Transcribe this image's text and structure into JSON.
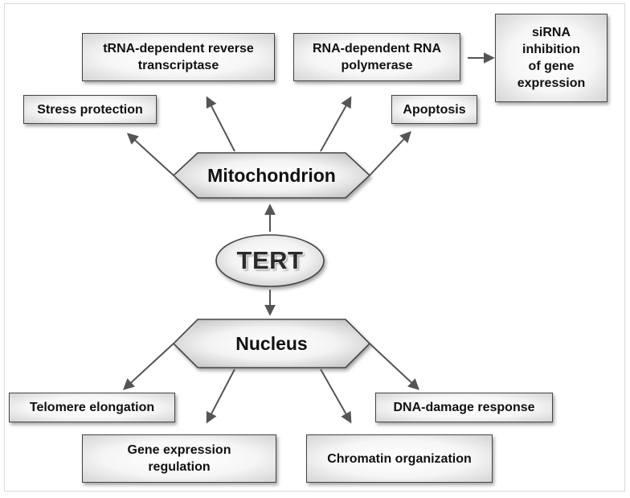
{
  "diagram": {
    "center": {
      "label": "TERT"
    },
    "hubs": {
      "mitochondrion": {
        "label": "Mitochondrion"
      },
      "nucleus": {
        "label": "Nucleus"
      }
    },
    "mitochondrion_functions": {
      "trna_rt": "tRNA-dependent reverse\ntranscriptase",
      "rdrp": "RNA-dependent RNA\npolymerase",
      "sirna": "siRNA\ninhibition\nof gene\nexpression",
      "stress": "Stress protection",
      "apoptosis": "Apoptosis"
    },
    "nucleus_functions": {
      "telomere": "Telomere elongation",
      "gene_regulation": "Gene expression\nregulation",
      "chromatin": "Chromatin organization",
      "dna_damage": "DNA-damage response"
    },
    "colors": {
      "border": "#444444",
      "arrow": "#555555",
      "fill_light": "#ffffff",
      "fill_dark": "#cfcfcf"
    }
  }
}
